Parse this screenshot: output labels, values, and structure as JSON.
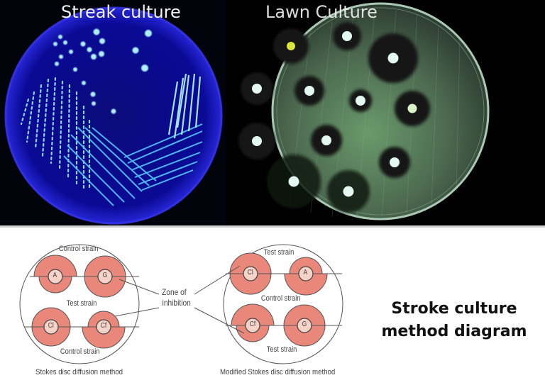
{
  "top_panels": {
    "left": {
      "title": "Streak culture",
      "image_desc": "blue-fluorescent-streak-plate",
      "colors": {
        "plate": "#0a0a8a",
        "colonies": "#8fe3ff",
        "background": "#02040c"
      }
    },
    "right": {
      "title": "Lawn Culture",
      "image_desc": "antibiotic-disc-lawn-plate",
      "colors": {
        "plate": "#4f6a52",
        "zones": "#141814",
        "discs": "#dff5ef",
        "background": "#000000"
      }
    }
  },
  "diagram_left": {
    "caption": "Stokes disc diffusion method",
    "labels": {
      "top": "Control strain",
      "middle": "Test strain",
      "bottom": "Control strain"
    },
    "discs": [
      "A",
      "G",
      "Cl",
      "Cf"
    ]
  },
  "diagram_right": {
    "caption": "Modified Stokes disc diffusion method",
    "labels": {
      "top": "Test strain",
      "middle": "Control strain",
      "bottom": "Test strain"
    },
    "discs": [
      "Cl",
      "A",
      "Cf",
      "G"
    ]
  },
  "annotation": {
    "line1": "Zone of",
    "line2": "inhibition"
  },
  "title": {
    "line1": "Stroke culture",
    "line2": "method diagram"
  },
  "colors": {
    "zone_fill": "#e8877a",
    "disc_fill": "#f6d3c8",
    "stroke": "#555555"
  }
}
